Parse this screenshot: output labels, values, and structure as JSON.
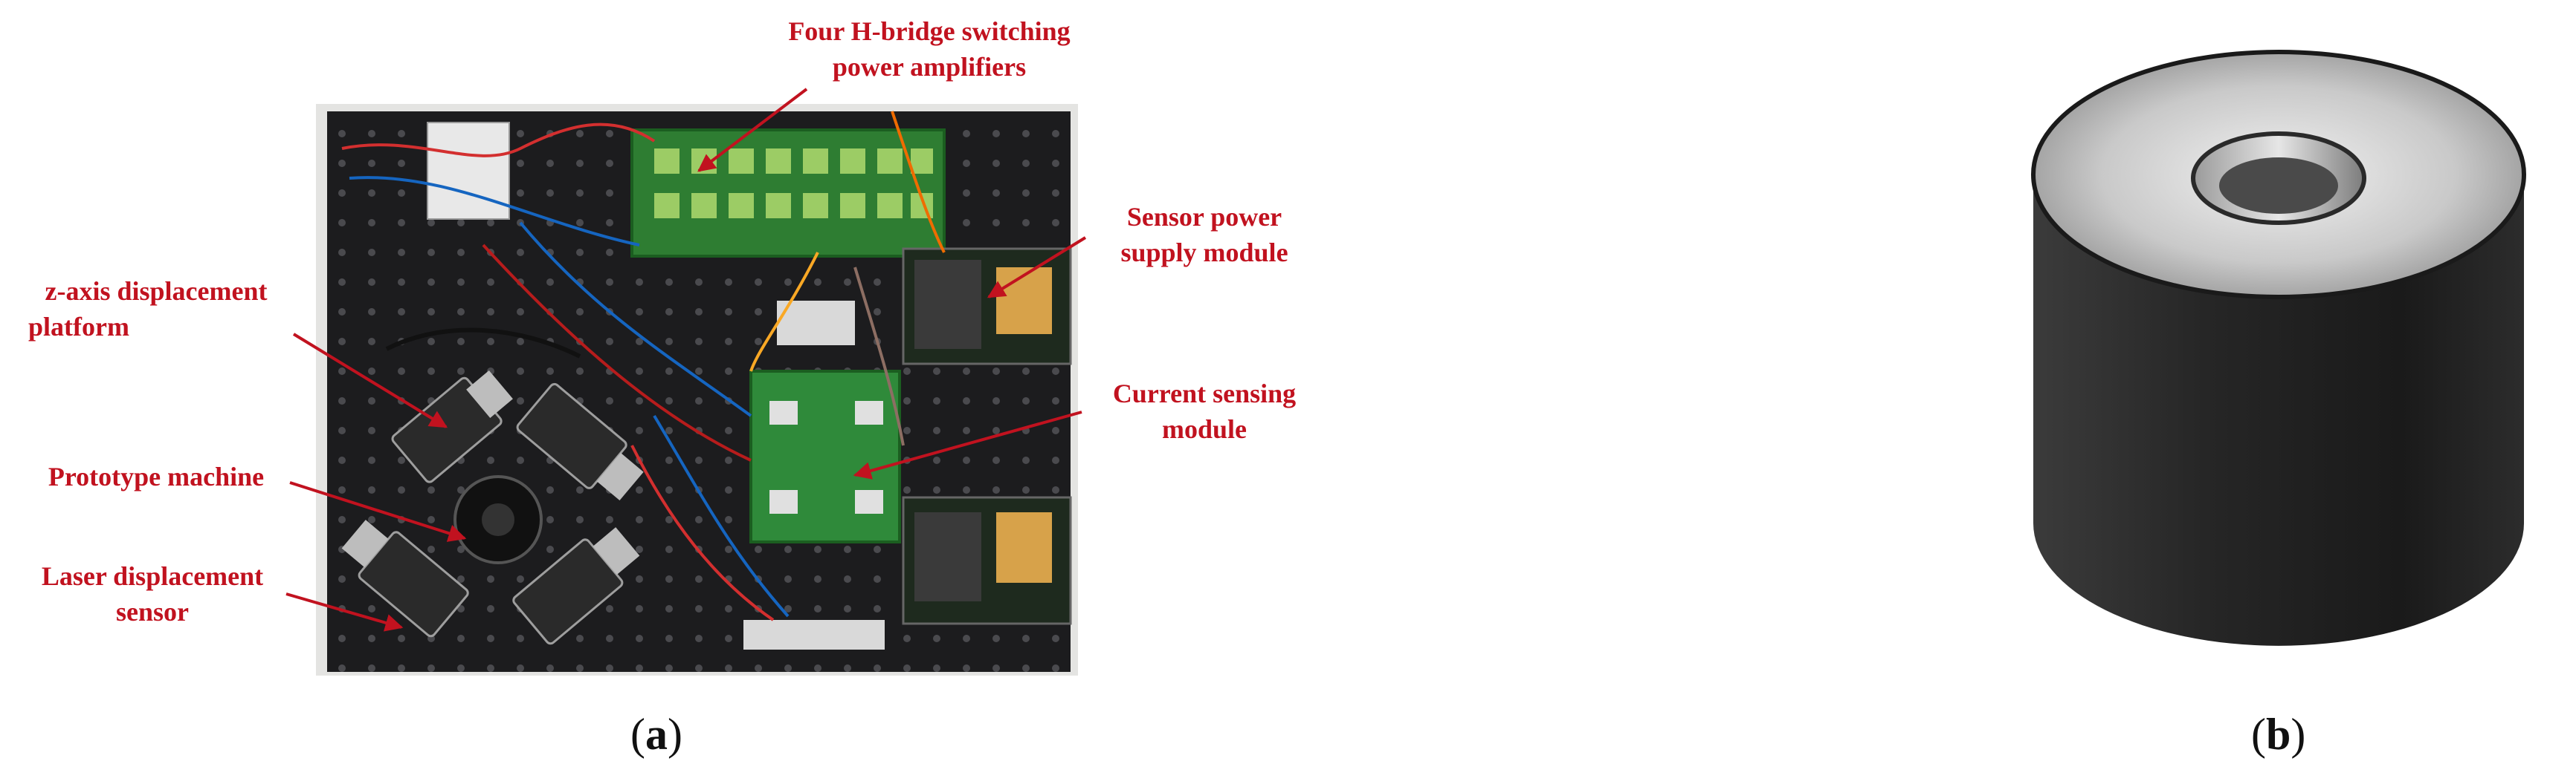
{
  "panel_a": {
    "caption_letter": "a",
    "labels": {
      "amplifiers": [
        "Four H-bridge switching",
        "power amplifiers"
      ],
      "z_platform": [
        "z-axis displacement",
        "platform"
      ],
      "prototype": [
        "Prototype machine"
      ],
      "laser_sensor": [
        "Laser displacement",
        "sensor"
      ],
      "sensor_power": [
        "Sensor power",
        "supply module"
      ],
      "current_sensing": [
        "Current sensing",
        "module"
      ]
    }
  },
  "panel_b": {
    "caption_letter": "b"
  },
  "colors": {
    "annotation": "#c1121f",
    "breadboard": "#1c1c1e",
    "pcb_green": "#2e7d32",
    "motor_body": "#2a2a2a",
    "ring_face": "#cfcfcf",
    "cylinder_body": "#242424"
  }
}
